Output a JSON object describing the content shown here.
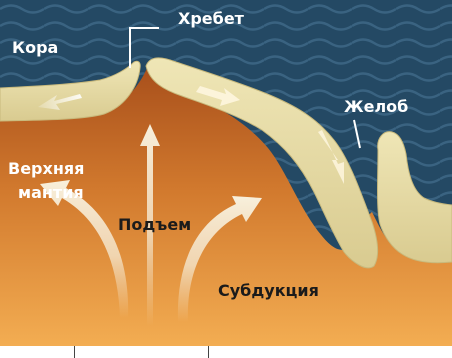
{
  "labels": {
    "ridge": "Хребет",
    "crust": "Кора",
    "trench": "Желоб",
    "upper_mantle_line1": "Верхняя",
    "upper_mantle_line2": "мантия",
    "upwelling": "Подъем",
    "subduction": "Субдукция"
  },
  "colors": {
    "ocean": "#254a64",
    "wave": "#3b6480",
    "crust": "#e9dfaa",
    "crust_edge": "#c9ba7e",
    "mantle_top": "#b5581f",
    "mantle_bottom": "#f2a94e",
    "arrow": "#f6ecd6"
  }
}
